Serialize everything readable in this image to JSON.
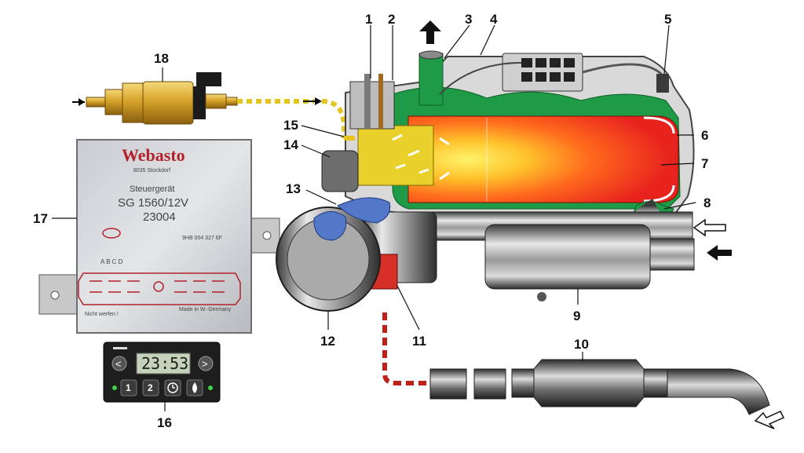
{
  "labels": {
    "n1": "1",
    "n2": "2",
    "n3": "3",
    "n4": "4",
    "n5": "5",
    "n6": "6",
    "n7": "7",
    "n8": "8",
    "n9": "9",
    "n10": "10",
    "n11": "11",
    "n12": "12",
    "n13": "13",
    "n14": "14",
    "n15": "15",
    "n16": "16",
    "n17": "17",
    "n18": "18"
  },
  "ecu": {
    "brand": "Webasto",
    "city": "8035 Stockdorf",
    "title": "Steuergerät",
    "model": "SG 1560/12V",
    "code": "23004",
    "partno": "9HB 004 327 6F",
    "pins": "A    B    C    D",
    "warn": "Nicht werfen !",
    "made": "Made in W.-Germany"
  },
  "timer": {
    "display": "23:53",
    "btn1": "1",
    "btn2": "2"
  },
  "colors": {
    "flame": "#e8231e",
    "jacket": "#1f9a46",
    "fuel": "#e9d02a",
    "chrome": "#8a8a8a"
  }
}
